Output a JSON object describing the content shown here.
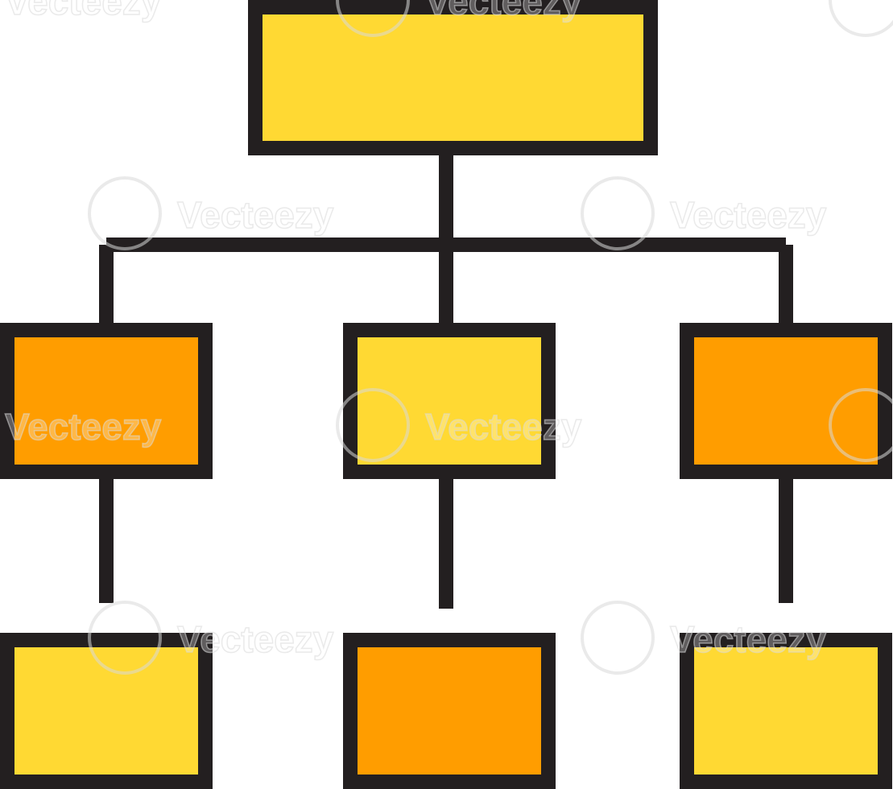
{
  "diagram": {
    "type": "org-chart-icon",
    "colors": {
      "outline": "#231f20",
      "yellow": "#ffd933",
      "orange": "#ff9d00",
      "background": "#ffffff"
    },
    "nodes": [
      {
        "id": "root",
        "level": 0,
        "fill": "yellow"
      },
      {
        "id": "child-left",
        "level": 1,
        "fill": "orange"
      },
      {
        "id": "child-center",
        "level": 1,
        "fill": "yellow"
      },
      {
        "id": "child-right",
        "level": 1,
        "fill": "orange"
      },
      {
        "id": "grandchild-left",
        "level": 2,
        "fill": "yellow"
      },
      {
        "id": "grandchild-center",
        "level": 2,
        "fill": "orange"
      },
      {
        "id": "grandchild-right",
        "level": 2,
        "fill": "yellow"
      }
    ],
    "edges": [
      {
        "from": "root",
        "to": "child-left"
      },
      {
        "from": "root",
        "to": "child-center"
      },
      {
        "from": "root",
        "to": "child-right"
      },
      {
        "from": "child-left",
        "to": "grandchild-left"
      },
      {
        "from": "child-center",
        "to": "grandchild-center"
      },
      {
        "from": "child-right",
        "to": "grandchild-right"
      }
    ]
  },
  "watermark": {
    "text": "Vecteezy"
  }
}
